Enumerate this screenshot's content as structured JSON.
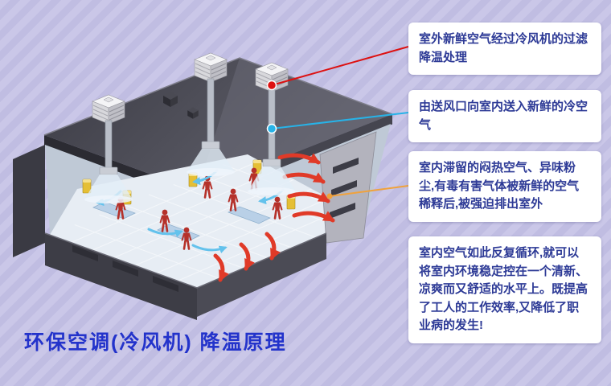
{
  "page": {
    "title": "环保空调(冷风机) 降温原理",
    "background_color": "#c5c2e4",
    "stripe_color": "#c0bde2",
    "title_color": "#2333cb"
  },
  "callouts": [
    {
      "text": "室外新鲜空气经过冷风机的过滤降温处理",
      "connector_color": "#dd1111",
      "anchor": "rooftop-cooler-unit"
    },
    {
      "text": "由送风口向室内送入新鲜的冷空气",
      "connector_color": "#27b3e8",
      "anchor": "supply-duct"
    },
    {
      "text": "室内滞留的闷热空气、异味粉尘,有毒有害气体被新鲜的空气稀释后,被强迫排出室外",
      "connector_color": "#f0a23c",
      "anchor": "exhaust-airflow"
    },
    {
      "text": "室内空气如此反复循环,就可以将室内环境稳定控在一个清新、凉爽而又舒适的水平上。既提高了工人的工作效率,又降低了职业病的发生!",
      "connector_color": null,
      "anchor": null
    }
  ],
  "illustration": {
    "exhaust_arrow_color": "#e03a28",
    "supply_arrow_color": "#64c2ec",
    "roof_color": "#4a4a55",
    "cooler_unit_color": "#f4f4f6",
    "worker_color": "#b5312a"
  }
}
